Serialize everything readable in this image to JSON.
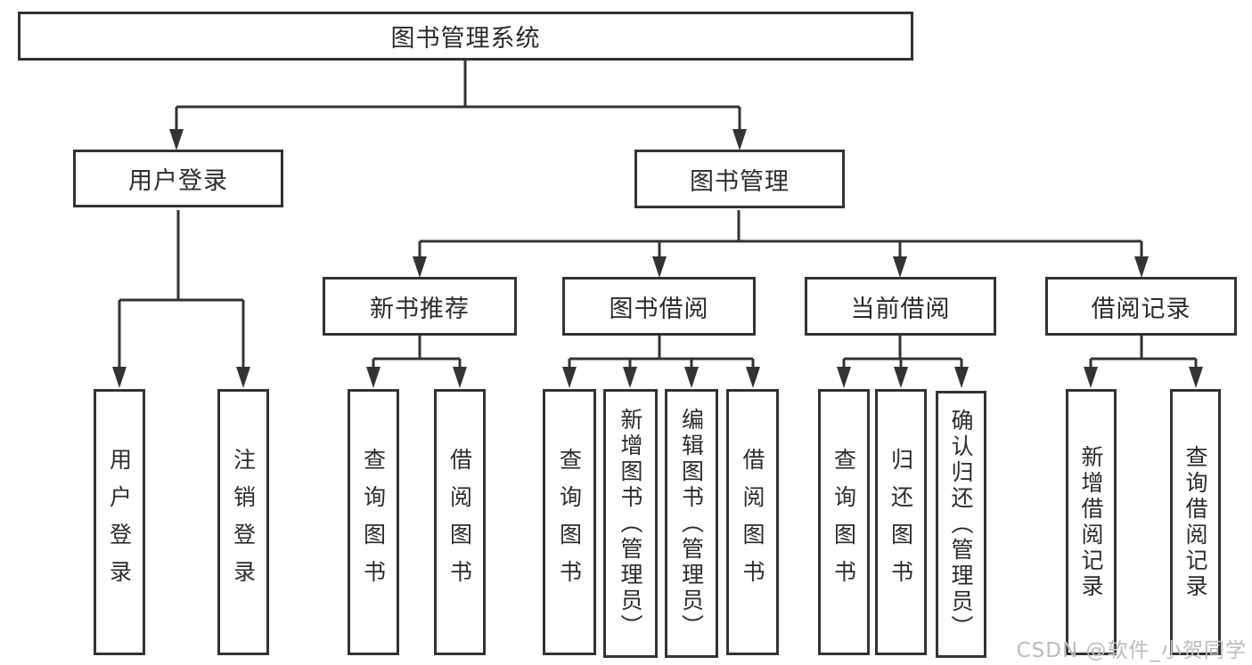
{
  "tree": {
    "root": {
      "label": "图书管理系统"
    },
    "children": [
      {
        "label": "用户登录",
        "children": [
          {
            "label": "用户登录"
          },
          {
            "label": "注销登录"
          }
        ]
      },
      {
        "label": "图书管理",
        "children": [
          {
            "label": "新书推荐",
            "children": [
              {
                "label": "查询图书"
              },
              {
                "label": "借阅图书"
              }
            ]
          },
          {
            "label": "图书借阅",
            "children": [
              {
                "label": "查询图书"
              },
              {
                "label": "新增图书（管理员）"
              },
              {
                "label": "编辑图书（管理员）"
              },
              {
                "label": "借阅图书"
              }
            ]
          },
          {
            "label": "当前借阅",
            "children": [
              {
                "label": "查询图书"
              },
              {
                "label": "归还图书"
              },
              {
                "label": "确认归还（管理员）"
              }
            ]
          },
          {
            "label": "借阅记录",
            "children": [
              {
                "label": "新增借阅记录"
              },
              {
                "label": "查询借阅记录"
              }
            ]
          }
        ]
      }
    ]
  },
  "watermark": "CSDN @软件_小贺同学",
  "colors": {
    "line": "#333333",
    "border": "#333333",
    "text": "#2b2b2b",
    "watermark": "#bcbcbc",
    "background": "#ffffff"
  }
}
